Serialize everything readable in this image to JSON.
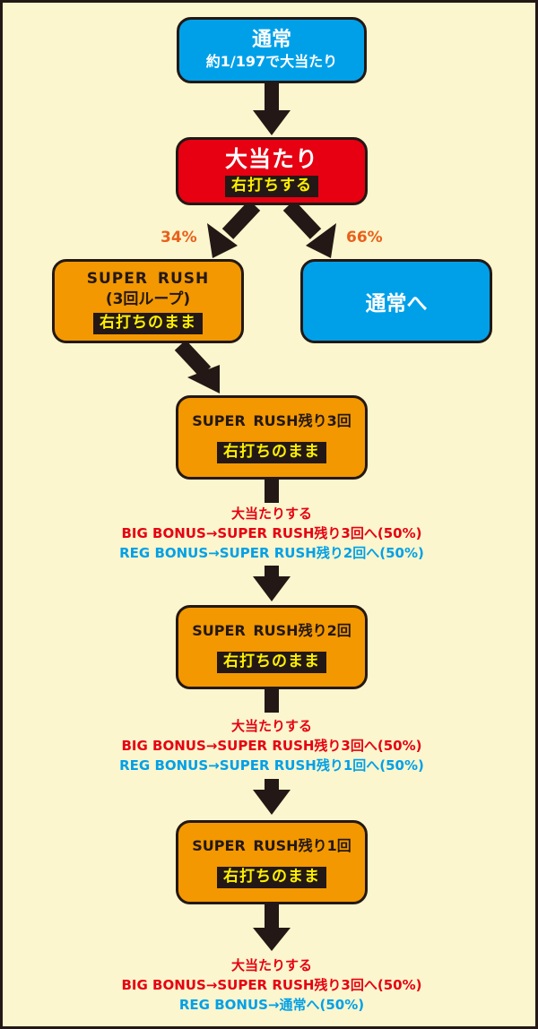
{
  "normal_box": {
    "title": "通常",
    "subtitle": "約1/197で大当たり"
  },
  "jackpot_box": {
    "title": "大当たり",
    "tag": "右打ちする"
  },
  "branch": {
    "left_pct": "34%",
    "right_pct": "66%"
  },
  "super_rush_box": {
    "line1": "SUPER RUSH",
    "line2": "(3回ループ)",
    "tag": "右打ちのまま"
  },
  "to_normal_box": {
    "title": "通常へ"
  },
  "stage3": {
    "title": "SUPER RUSH残り3回",
    "tag": "右打ちのまま",
    "note_head": "大当たりする",
    "big": "BIG BONUS→SUPER RUSH残り3回へ(50%)",
    "reg": "REG BONUS→SUPER RUSH残り2回へ(50%)"
  },
  "stage2": {
    "title": "SUPER RUSH残り2回",
    "tag": "右打ちのまま",
    "note_head": "大当たりする",
    "big": "BIG BONUS→SUPER RUSH残り3回へ(50%)",
    "reg": "REG BONUS→SUPER RUSH残り1回へ(50%)"
  },
  "stage1": {
    "title": "SUPER RUSH残り1回",
    "tag": "右打ちのまま",
    "note_head": "大当たりする",
    "big": "BIG BONUS→SUPER RUSH残り3回へ(50%)",
    "reg": "REG BONUS→通常へ(50%)"
  },
  "colors": {
    "background": "#fbf6cd",
    "blue": "#00a0e9",
    "red": "#e60012",
    "orange": "#f39800",
    "dark": "#231815",
    "yellow": "#fff100",
    "percent": "#e8601c"
  }
}
